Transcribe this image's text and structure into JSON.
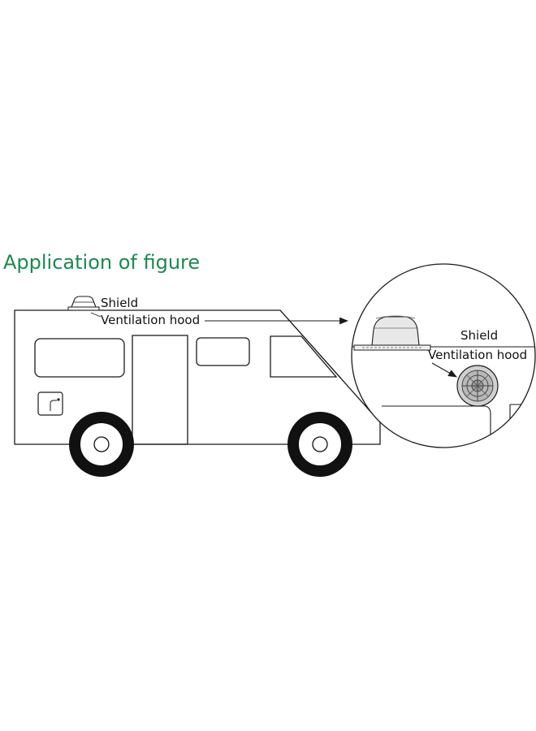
{
  "title": "Application of figure",
  "labels": {
    "shield_main": "Shield",
    "hood_main": "Ventilation hood",
    "shield_detail": "Shield",
    "hood_detail": "Ventilation hood"
  },
  "colors": {
    "title": "#1a8a4e",
    "line": "#1a1a1a",
    "tire": "#111111"
  }
}
